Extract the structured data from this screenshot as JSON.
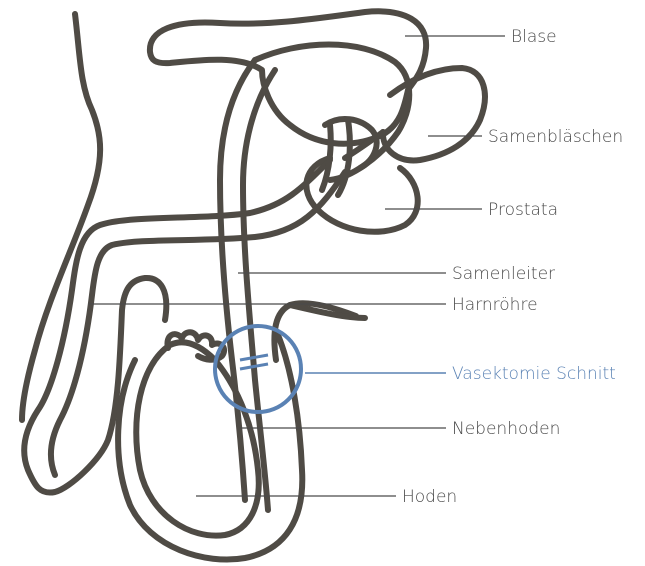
{
  "diagram": {
    "labels": {
      "blase": "Blase",
      "samenblaeschen": "Samenbläschen",
      "prostata": "Prostata",
      "samenleiter": "Samenleiter",
      "harnroehre": "Harnröhre",
      "vasektomie": "Vasektomie Schnitt",
      "nebenhoden": "Nebenhoden",
      "hoden": "Hoden"
    },
    "colors": {
      "organ_stroke": "#4f4b45",
      "label_text": "#4a4a4a",
      "accent": "#5a82b4"
    }
  }
}
